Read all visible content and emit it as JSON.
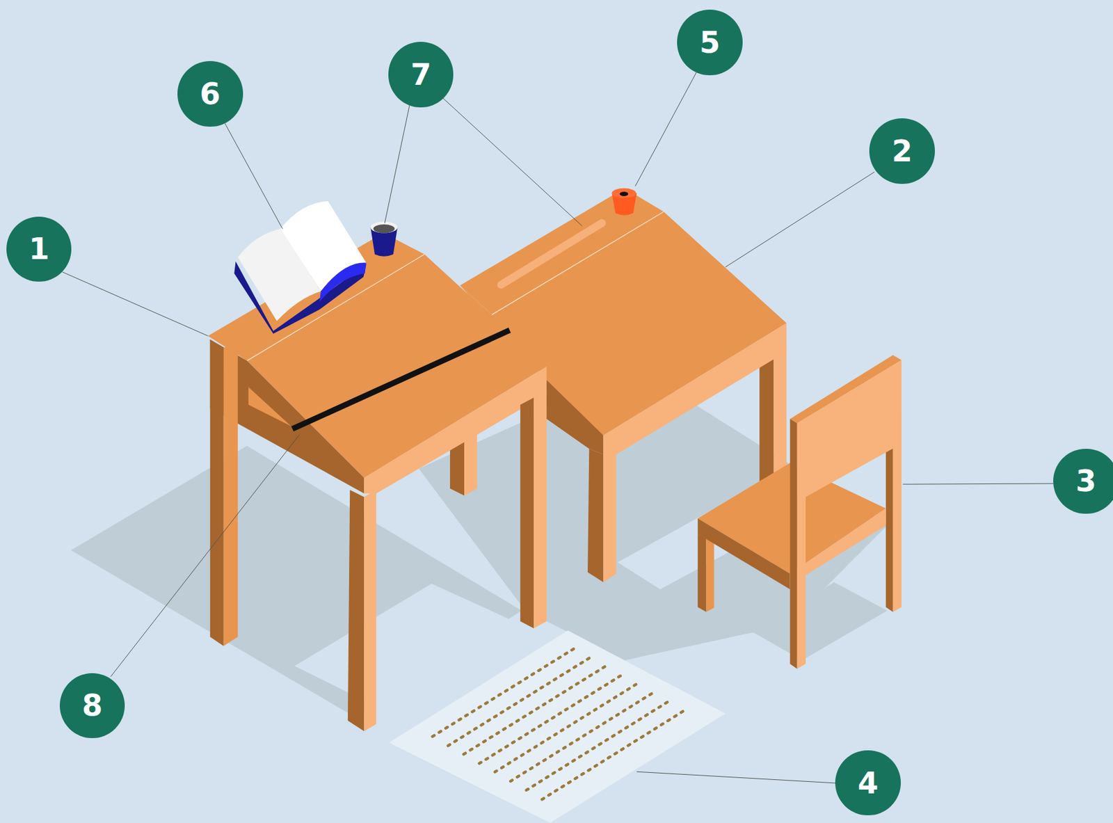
{
  "diagram": {
    "nodes": [
      {
        "text": [
          "5"
        ]
      },
      {
        "text": [
          "7"
        ]
      },
      {
        "text": [
          "6"
        ]
      },
      {
        "text": [
          "2"
        ]
      },
      {
        "text": [
          "1"
        ]
      },
      {
        "text": [
          "3"
        ]
      },
      {
        "text": [
          "8"
        ]
      },
      {
        "text": [
          "4"
        ]
      }
    ]
  }
}
